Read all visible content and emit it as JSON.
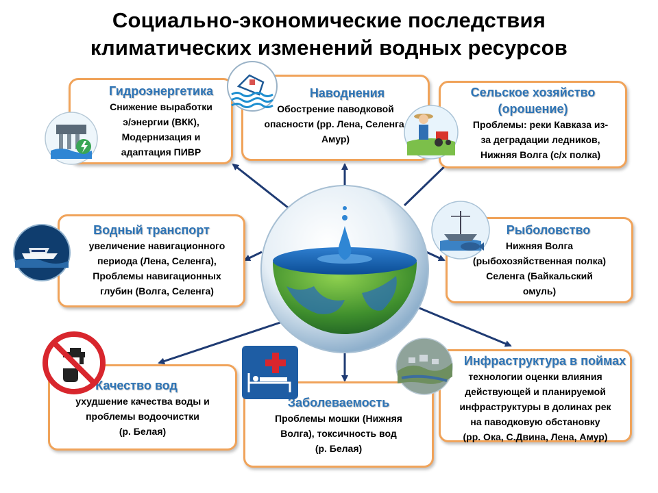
{
  "title": {
    "line1": "Социально-экономические  последствия",
    "line2": "климатических изменений водных ресурсов"
  },
  "boxes": {
    "hydro": {
      "title": "Гидроэнергетика",
      "lines": [
        "Снижение выработки",
        "э/энергии (ВКК),",
        "Модернизация и",
        "адаптация ПИВР"
      ]
    },
    "flood": {
      "title": "Наводнения",
      "lines": [
        "Обострение паводковой",
        "опасности (рр. Лена, Селенга,",
        "Амур)"
      ]
    },
    "agri": {
      "title1": "Сельское хозяйство",
      "title2": "(орошение)",
      "lines": [
        "Проблемы: реки Кавказа из-",
        "за деградации ледников,",
        "Нижняя Волга (с/х полка)"
      ]
    },
    "transport": {
      "title": "Водный транспорт",
      "lines": [
        "увеличение навигационного",
        "периода (Лена, Селенга),",
        "Проблемы навигационных",
        "глубин (Волга, Селенга)"
      ]
    },
    "fish": {
      "title": "Рыболовство",
      "lines": [
        "Нижняя Волга",
        "(рыбохозяйственная полка)",
        "Селенга (Байкальский",
        "омуль)"
      ]
    },
    "quality": {
      "title": "Качество вод",
      "lines": [
        "ухудшение качества воды и",
        "проблемы водоочистки",
        "(р. Белая)"
      ]
    },
    "disease": {
      "title": "Заболеваемость",
      "lines": [
        "Проблемы мошки (Нижняя",
        "Волга), токсичность вод",
        "(р. Белая)"
      ]
    },
    "infra": {
      "title": "Инфраструктура  в поймах",
      "lines": [
        "технологии оценки влияния",
        "действующей и планируемой",
        "инфраструктуры в долинах рек",
        "на паводковую обстановку",
        "(рр. Ока, С.Двина, Лена, Амур)"
      ]
    }
  },
  "icons": {
    "hydro": "hydro-dam-icon",
    "flood": "flooded-house-icon",
    "agri": "farmer-tractor-icon",
    "transport": "hydrofoil-ship-icon",
    "fish": "fishing-boat-icon",
    "quality": "no-drinking-water-icon",
    "disease": "hospital-bed-icon",
    "infra": "floodplain-infrastructure-icon",
    "center": "earth-water-drop-icon"
  },
  "colors": {
    "box_border": "#f0a35a",
    "heading": "#2e74b5",
    "arrow": "#1f3b73"
  }
}
